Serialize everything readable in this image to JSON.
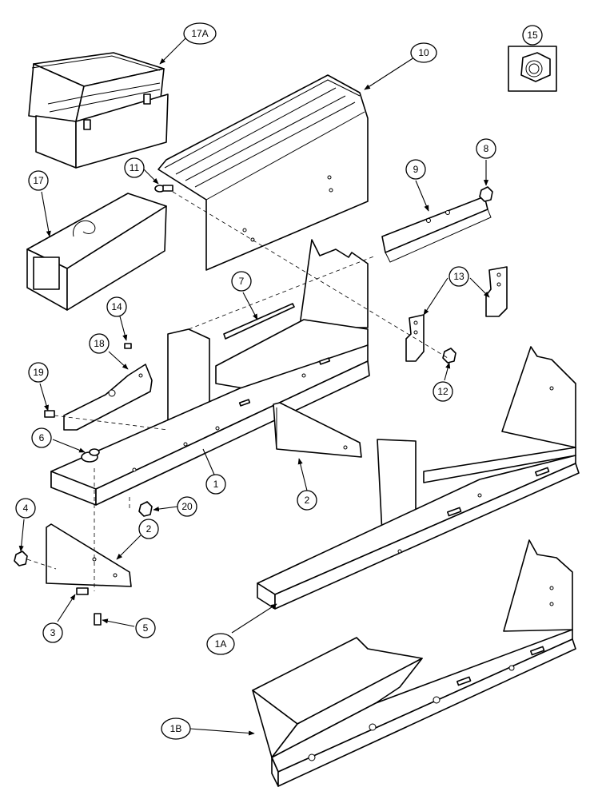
{
  "callouts": {
    "c17A": "17A",
    "c15": "15",
    "c10": "10",
    "c11": "11",
    "c17": "17",
    "c9": "9",
    "c8": "8",
    "c7": "7",
    "c13": "13",
    "c14": "14",
    "c18": "18",
    "c19": "19",
    "c12": "12",
    "c6": "6",
    "c1": "1",
    "c2a": "2",
    "c20": "20",
    "c4": "4",
    "c2b": "2",
    "c3": "3",
    "c5": "5",
    "c1A": "1A",
    "c1B": "1B"
  }
}
